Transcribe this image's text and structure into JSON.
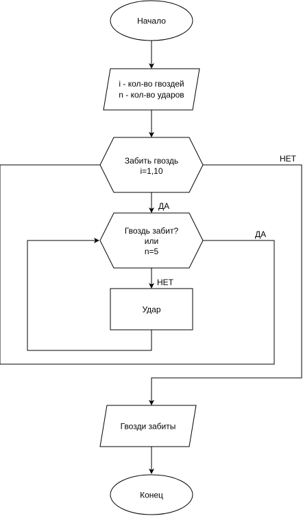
{
  "nodes": {
    "start": "Начало",
    "input_line1": "i - кол-во гвоздей",
    "input_line2": "n - кол-во ударов",
    "loop_line1": "Забить гвоздь",
    "loop_line2": "i=1,10",
    "cond_line1": "Гвоздь забит?",
    "cond_line2": "или",
    "cond_line3": "n=5",
    "process": "Удар",
    "output": "Гвозди забиты",
    "end": "Конец"
  },
  "edge_labels": {
    "loop_exit": "НЕТ",
    "loop_body": "ДА",
    "cond_no": "НЕТ",
    "cond_yes": "ДА"
  }
}
